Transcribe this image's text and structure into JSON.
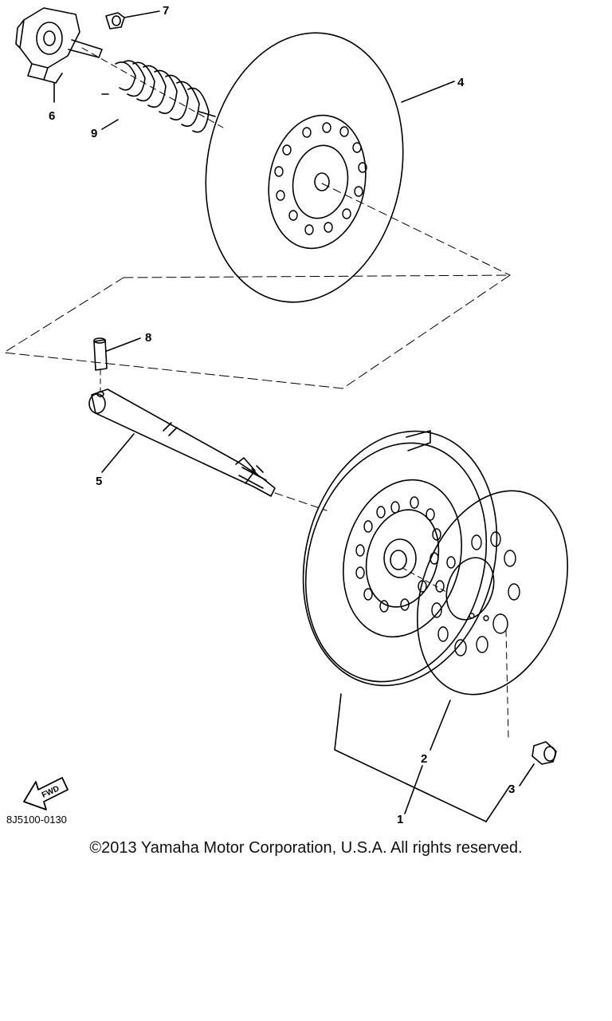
{
  "diagram": {
    "callouts": {
      "p1": "1",
      "p2": "2",
      "p3": "3",
      "p4": "4",
      "p5": "5",
      "p6": "6",
      "p7": "7",
      "p8": "8",
      "p9": "9"
    },
    "fwd_label": "FWD",
    "drawing_code": "8J5100-0130",
    "line_color": "#000000",
    "background": "#ffffff"
  },
  "footer": {
    "copyright": "©2013 Yamaha Motor Corporation, U.S.A. All rights reserved."
  }
}
